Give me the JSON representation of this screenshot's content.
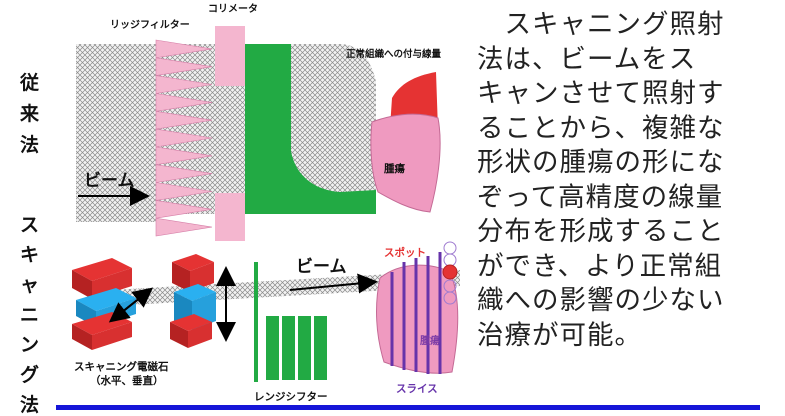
{
  "side_labels": {
    "conventional": [
      "従",
      "来",
      "法"
    ],
    "scanning": [
      "ス",
      "キ",
      "ャ",
      "ニ",
      "ン",
      "グ",
      "法"
    ]
  },
  "diagram": {
    "ridge_filter": "リッジフィルター",
    "collimator": "コリメータ",
    "normal_tissue_dose": "正常組織への付与線量",
    "tumor_top": "腫瘍",
    "beam_top": "ビーム",
    "scan_magnet": "スキャニング電磁石",
    "scan_magnet_sub": "（水平、垂直）",
    "range_shifter": "レンジシフター",
    "beam_bottom": "ビーム",
    "spot": "スポット",
    "tumor_bottom": "腫瘍",
    "slice": "スライス"
  },
  "paragraph": {
    "lines": [
      "　スキャニング照射",
      "法は、ビームをス",
      "キャンさせて照射す",
      "ることから、複雑な",
      "形状の腫瘍の形にな",
      "ぞって高精度の線量",
      "分布を形成すること",
      "ができ、より正常組",
      "織への影響の少ない",
      "治療が可能。"
    ]
  },
  "colors": {
    "collimator": "#f4b6cf",
    "green": "#22aa44",
    "red": "#e53333",
    "tumor": "#ef9ac0",
    "magnet_blue": "#2ab0f0",
    "slice": "#6633aa",
    "rule": "#1515d8"
  }
}
